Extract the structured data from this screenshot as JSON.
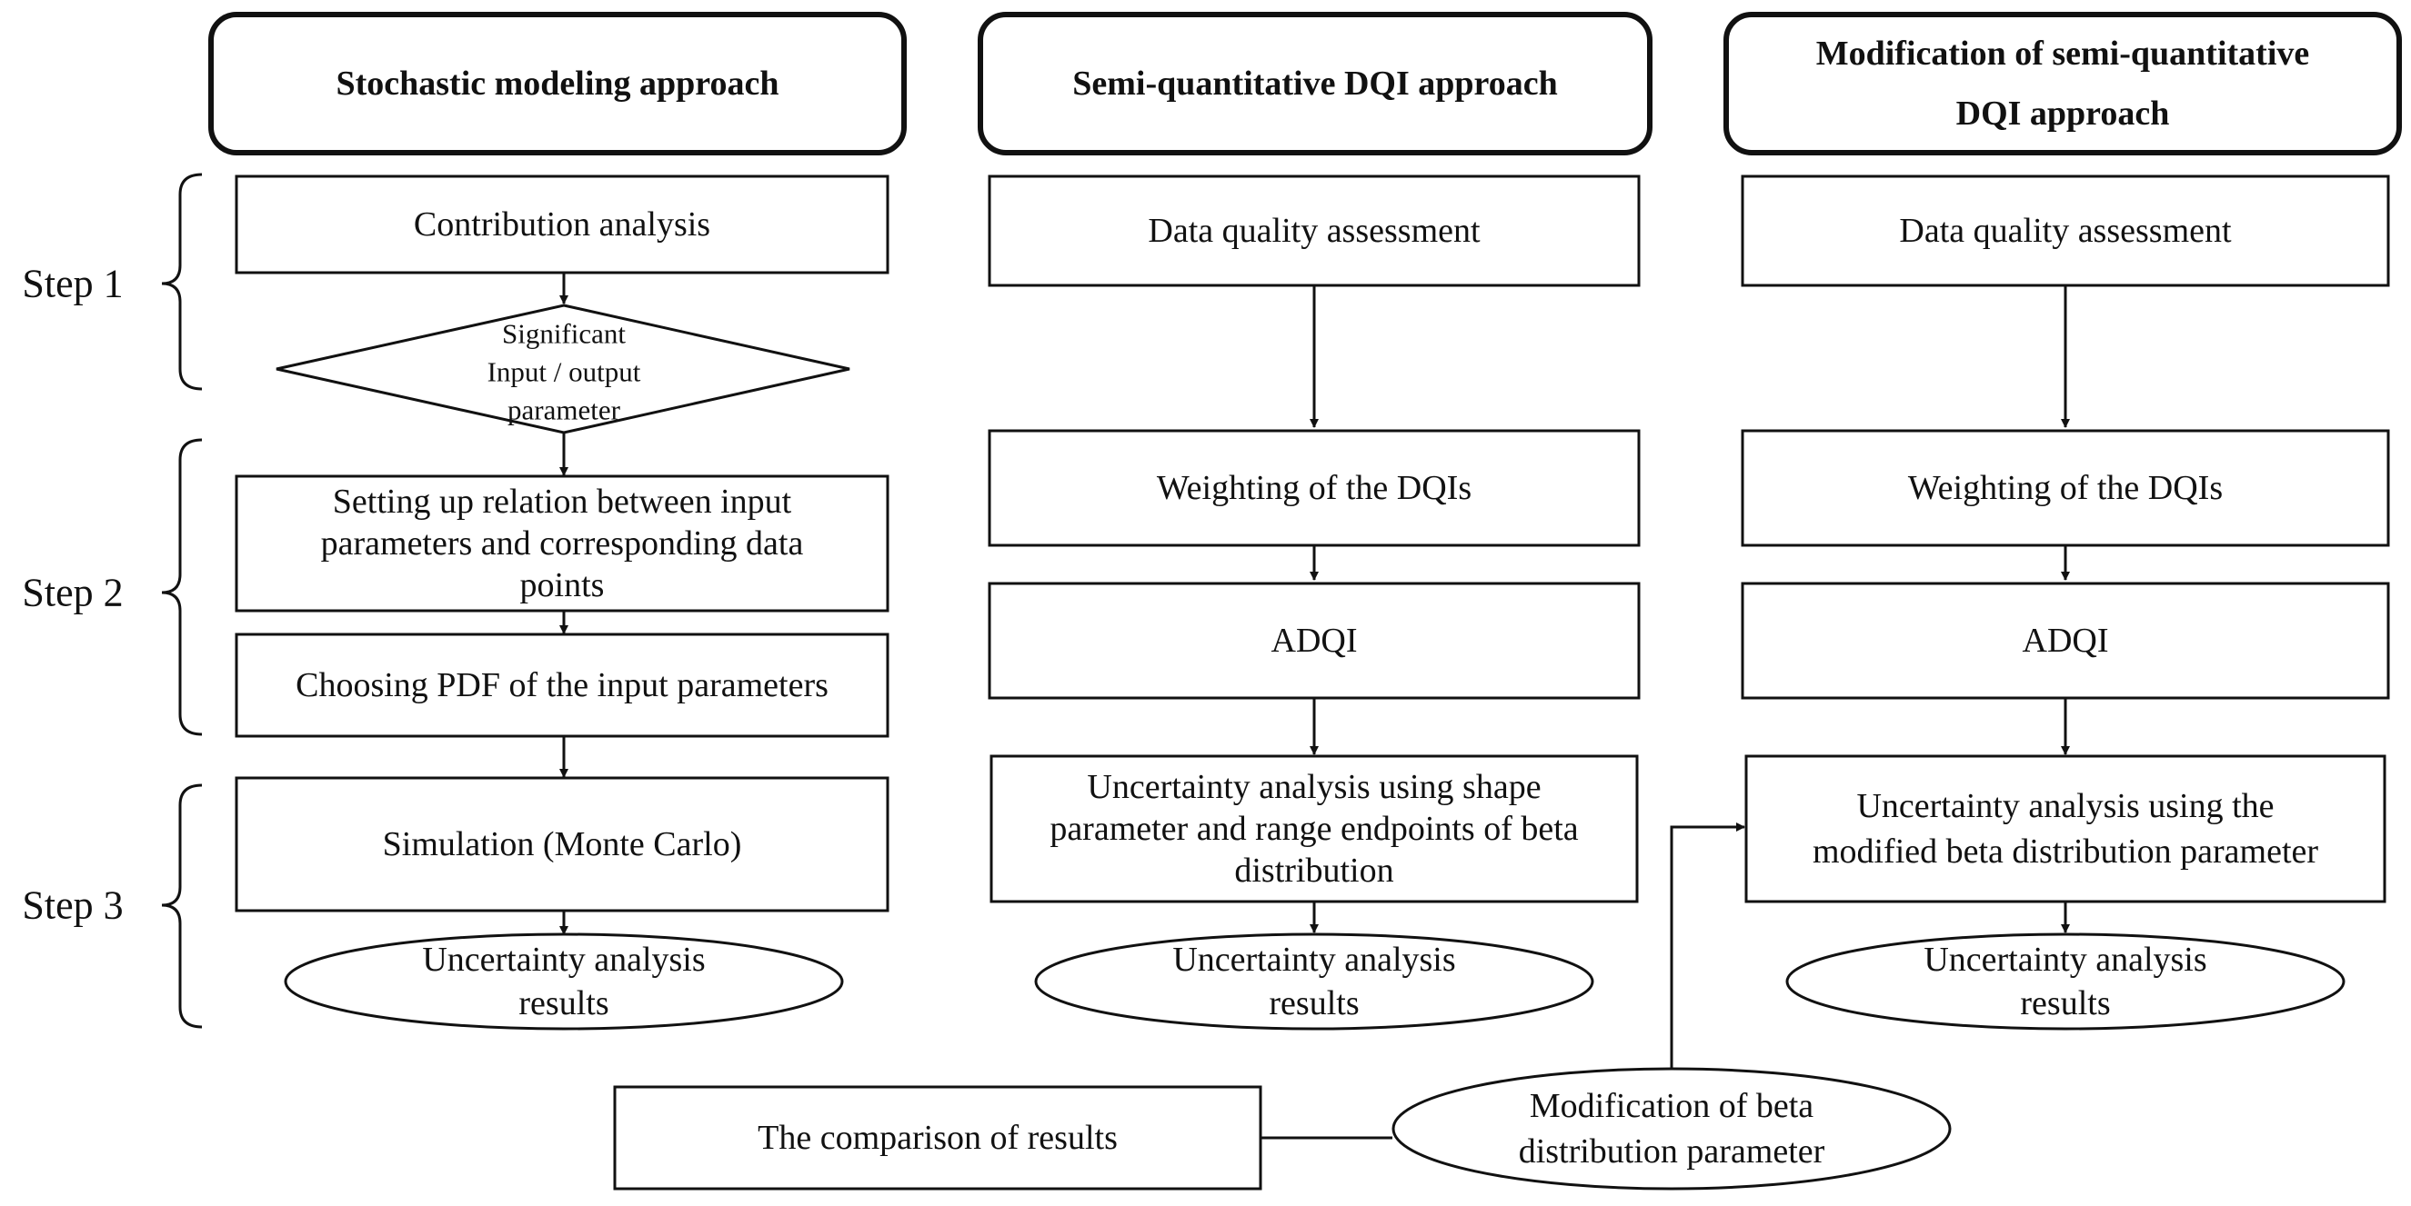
{
  "columns": {
    "stochastic": {
      "header": [
        "Stochastic modeling approach"
      ],
      "contribution": [
        "Contribution analysis"
      ],
      "decision": [
        "Significant",
        "Input / output",
        "parameter"
      ],
      "relation": [
        "Setting up relation between input",
        "parameters and corresponding data",
        "points"
      ],
      "pdf": [
        "Choosing PDF of the input parameters"
      ],
      "simulation": [
        "Simulation (Monte Carlo)"
      ],
      "results": [
        "Uncertainty analysis",
        "results"
      ]
    },
    "semi": {
      "header": [
        "Semi-quantitative DQI approach"
      ],
      "assessment": [
        "Data quality assessment"
      ],
      "weighting": [
        "Weighting of the DQIs"
      ],
      "adqi": [
        "ADQI"
      ],
      "uncertainty": [
        "Uncertainty analysis using shape",
        "parameter and range endpoints of beta",
        "distribution"
      ],
      "results": [
        "Uncertainty analysis",
        "results"
      ]
    },
    "modified": {
      "header": [
        "Modification of semi-quantitative",
        "DQI approach"
      ],
      "assessment": [
        "Data quality assessment"
      ],
      "weighting": [
        "Weighting of the DQIs"
      ],
      "adqi": [
        "ADQI"
      ],
      "uncertainty": [
        "Uncertainty analysis using the",
        "modified beta distribution parameter"
      ],
      "results": [
        "Uncertainty analysis",
        "results"
      ]
    }
  },
  "steps": [
    "Step 1",
    "Step 2",
    "Step 3"
  ],
  "bottom": {
    "comparison": [
      "The comparison of results"
    ],
    "modification": [
      "Modification of beta",
      "distribution parameter"
    ]
  }
}
